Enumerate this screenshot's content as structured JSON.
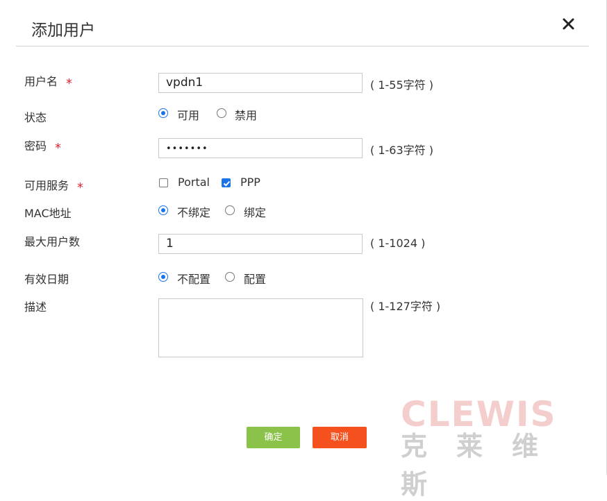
{
  "dialog": {
    "title": "添加用户"
  },
  "fields": {
    "username": {
      "label": "用户名",
      "required": "*",
      "value": "vpdn1",
      "hint": "( 1-55字符 )"
    },
    "status": {
      "label": "状态",
      "options": [
        "可用",
        "禁用"
      ],
      "selected": "可用"
    },
    "password": {
      "label": "密码",
      "required": "*",
      "value": "•••••••",
      "hint": "( 1-63字符 )"
    },
    "services": {
      "label": "可用服务",
      "required": "*",
      "options": [
        "Portal",
        "PPP"
      ],
      "checked": [
        "PPP"
      ]
    },
    "mac": {
      "label": "MAC地址",
      "options": [
        "不绑定",
        "绑定"
      ],
      "selected": "不绑定"
    },
    "max_users": {
      "label": "最大用户数",
      "value": "1",
      "hint": "( 1-1024 )"
    },
    "validity": {
      "label": "有效日期",
      "options": [
        "不配置",
        "配置"
      ],
      "selected": "不配置"
    },
    "description": {
      "label": "描述",
      "value": "",
      "hint": "( 1-127字符 )"
    }
  },
  "buttons": {
    "ok": "确定",
    "cancel": "取消"
  },
  "watermark": {
    "en": "CLEWIS",
    "cn": "克莱维斯"
  },
  "colors": {
    "accent": "#1a73e8",
    "required": "#e0262e",
    "ok": "#8bc34a",
    "cancel": "#f4511e"
  }
}
